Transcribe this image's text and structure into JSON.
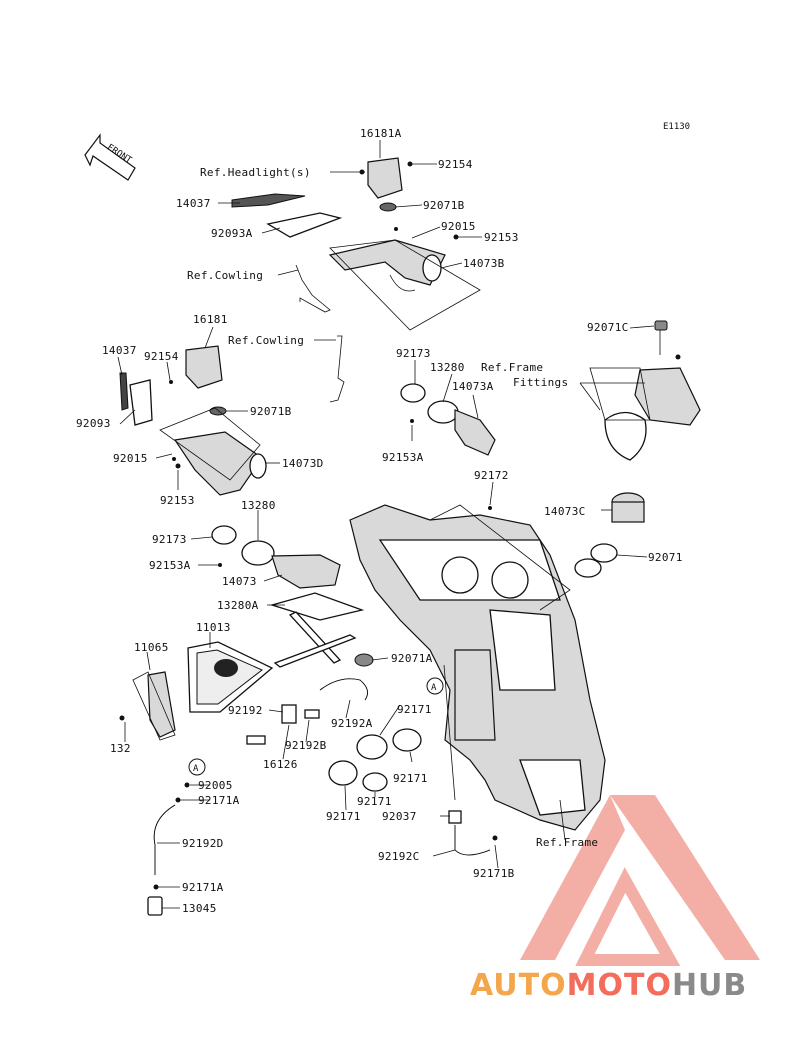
{
  "diagram": {
    "code": "E1130",
    "front_label": "FRONT",
    "watermark": {
      "part1": "AUTO",
      "part2": "MOTO",
      "part3": "HUB",
      "color1": "#f4a64a",
      "color2": "#f26d5b",
      "color3": "#8a8a8a",
      "logo_color": "#f2a097"
    },
    "callouts": {
      "c16181A": "16181A",
      "c92154a": "92154",
      "refHeadlight": "Ref.Headlight(s)",
      "c14037a": "14037",
      "c92071Ba": "92071B",
      "c92015a": "92015",
      "c92093A": "92093A",
      "c92153a": "92153",
      "c14073B": "14073B",
      "refCowling1": "Ref.Cowling",
      "c16181": "16181",
      "refCowling2": "Ref.Cowling",
      "c14037b": "14037",
      "c92154b": "92154",
      "c92093": "92093",
      "c92071Bb": "92071B",
      "c92015b": "92015",
      "c14073D": "14073D",
      "c92153b": "92153",
      "c92071C": "92071C",
      "refFrameFittings1": "Ref.Frame",
      "refFrameFittings2": "Fittings",
      "c92173a": "92173",
      "c13280a": "13280",
      "c14073A": "14073A",
      "c92153Aa": "92153A",
      "c92172": "92172",
      "c13280b": "13280",
      "c14073C": "14073C",
      "c92173b": "92173",
      "c92071": "92071",
      "c92153Ab": "92153A",
      "c14073": "14073",
      "c13280A": "13280A",
      "c11013": "11013",
      "c11065": "11065",
      "c92071A": "92071A",
      "markA1": "A",
      "c92192": "92192",
      "c92192A": "92192A",
      "c92171a": "92171",
      "c132": "132",
      "c92192B": "92192B",
      "c16126": "16126",
      "c92171b": "92171",
      "markA2": "A",
      "c92005": "92005",
      "c92171A1": "92171A",
      "c92171c": "92171",
      "c92171d": "92171",
      "c92037": "92037",
      "refFrame": "Ref.Frame",
      "c92192D": "92192D",
      "c92192C": "92192C",
      "c92171B": "92171B",
      "c92171A2": "92171A",
      "c13045": "13045"
    }
  }
}
